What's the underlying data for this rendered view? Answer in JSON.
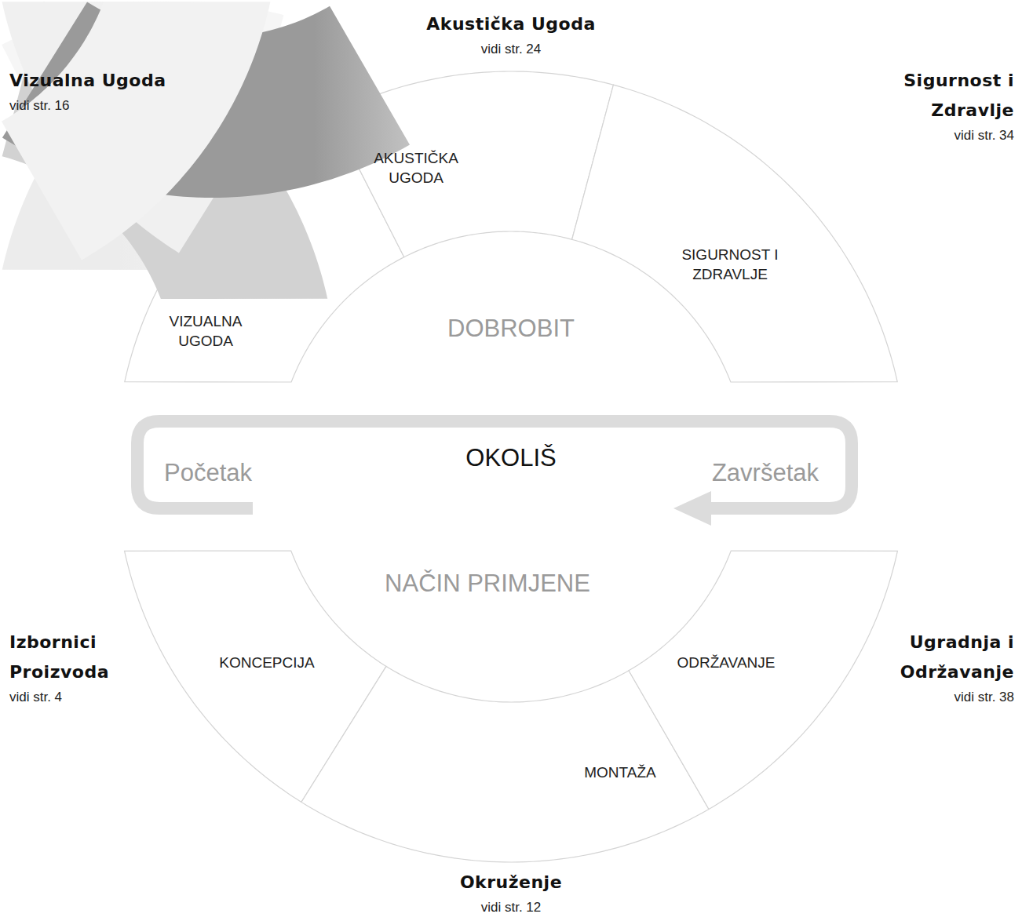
{
  "diagram": {
    "nodes": [
      {
        "text": [
          "VIZUALNA UGODA"
        ]
      },
      {
        "text": [
          "AKUSTIČKA UGODA"
        ]
      },
      {
        "text": [
          "SIGURNOST I ZDRAVLJE"
        ]
      },
      {
        "text": [
          "KONCEPCIJA"
        ]
      },
      {
        "text": [
          "MONTAŽA"
        ]
      },
      {
        "text": [
          "ODRŽAVANJE"
        ]
      }
    ],
    "labels": [
      "Akustička Ugoda",
      "vidi str. 24",
      "Vizualna Ugoda",
      "vidi str. 16",
      "Sigurnost i Zdravlje",
      "vidi str. 34",
      "DOBROBIT",
      "Početak",
      "OKOLIŠ",
      "Završetak",
      "NAČIN PRIMJENE",
      "Izbornici Proizvoda",
      "vidi str. 4",
      "Ugradnja i Održavanje",
      "vidi str. 38",
      "Okruženje",
      "vidi str. 12"
    ]
  }
}
